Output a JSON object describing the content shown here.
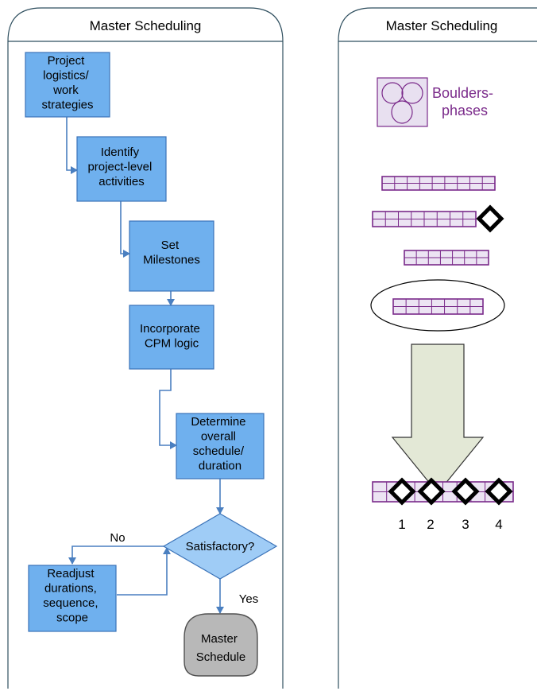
{
  "left_panel": {
    "title": "Master Scheduling",
    "steps": [
      {
        "lines": [
          "Project",
          "logistics/",
          "work",
          "strategies"
        ]
      },
      {
        "lines": [
          "Identify",
          "project-level",
          "activities"
        ]
      },
      {
        "lines": [
          "Set",
          "Milestones"
        ]
      },
      {
        "lines": [
          "Incorporate",
          "CPM logic"
        ]
      },
      {
        "lines": [
          "Determine",
          "overall",
          "schedule/",
          "duration"
        ]
      }
    ],
    "decision": "Satisfactory?",
    "no_label": "No",
    "yes_label": "Yes",
    "readjust": {
      "lines": [
        "Readjust",
        "durations,",
        "sequence,",
        "scope"
      ]
    },
    "terminal": {
      "lines": [
        "Master",
        "Schedule"
      ]
    }
  },
  "right_panel": {
    "title": "Master Scheduling",
    "boulders_label": {
      "lines": [
        "Boulders-",
        "phases"
      ]
    },
    "milestone_numbers": [
      "1",
      "2",
      "3",
      "4"
    ]
  },
  "colors": {
    "box_fill": "#6fb0ee",
    "box_stroke": "#3b73b8",
    "decision_fill": "#9fccf6",
    "arrow": "#4a7fc0",
    "terminal_fill": "#b8b8b8",
    "purple": "#7a2a8a",
    "bar_fill": "#ece4f3",
    "big_arrow_fill": "#e3e8d6",
    "panel_stroke": "#2f4f5f"
  }
}
